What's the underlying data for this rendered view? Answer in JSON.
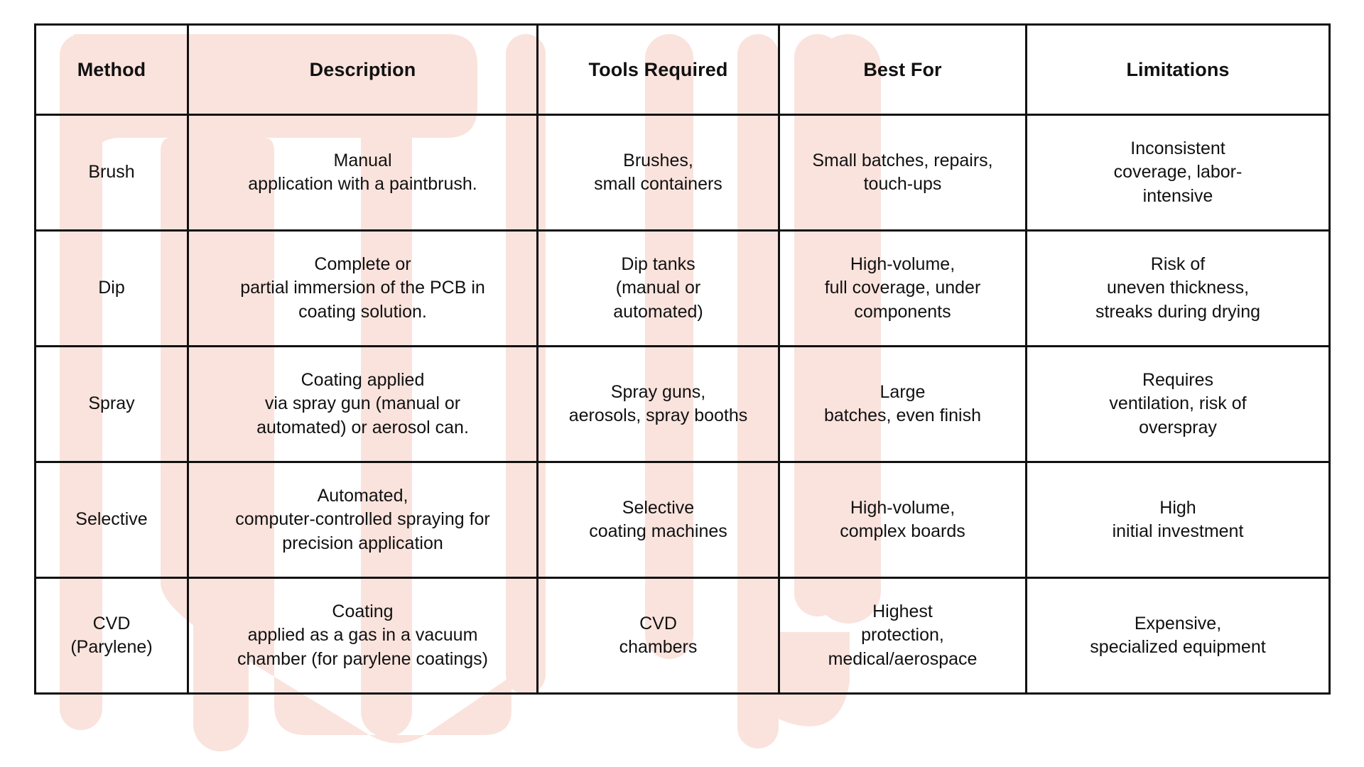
{
  "theme": {
    "highlight_color": "#fae3dd",
    "border_color": "#111111",
    "text_color": "#111111",
    "background": "#ffffff"
  },
  "table": {
    "columns": [
      {
        "key": "method",
        "label": "Method"
      },
      {
        "key": "description",
        "label": "Description"
      },
      {
        "key": "tools",
        "label": "Tools Required"
      },
      {
        "key": "best",
        "label": "Best For"
      },
      {
        "key": "limitations",
        "label": "Limitations"
      }
    ],
    "rows": [
      {
        "method": "Brush",
        "description": "Manual\napplication with a paintbrush.",
        "tools": "Brushes,\nsmall containers",
        "best": "Small  batches, repairs,\ntouch-ups",
        "limitations": "Inconsistent\ncoverage, labor-\nintensive"
      },
      {
        "method": "Dip",
        "description": "Complete or\npartial immersion of the PCB in\ncoating solution.",
        "tools": "Dip tanks\n(manual or\nautomated)",
        "best": "High-volume,\nfull coverage, under\ncomponents",
        "limitations": "Risk of\nuneven thickness,\nstreaks during drying"
      },
      {
        "method": "Spray",
        "description": "Coating applied\nvia spray gun (manual or\nautomated) or aerosol can.",
        "tools": "Spray guns,\naerosols, spray booths",
        "best": "Large\nbatches, even finish",
        "limitations": "Requires\nventilation, risk of\noverspray"
      },
      {
        "method": "Selective",
        "description": "Automated,\ncomputer-controlled spraying for\nprecision application",
        "tools": "Selective\ncoating machines",
        "best": "High-volume,\ncomplex boards",
        "limitations": "High\ninitial investment"
      },
      {
        "method": "CVD\n(Parylene)",
        "description": "Coating\napplied as a gas in a vacuum\nchamber (for parylene coatings)",
        "tools": "CVD\nchambers",
        "best": "Highest\nprotection,\nmedical/aerospace",
        "limitations": "Expensive,\nspecialized equipment"
      }
    ]
  }
}
